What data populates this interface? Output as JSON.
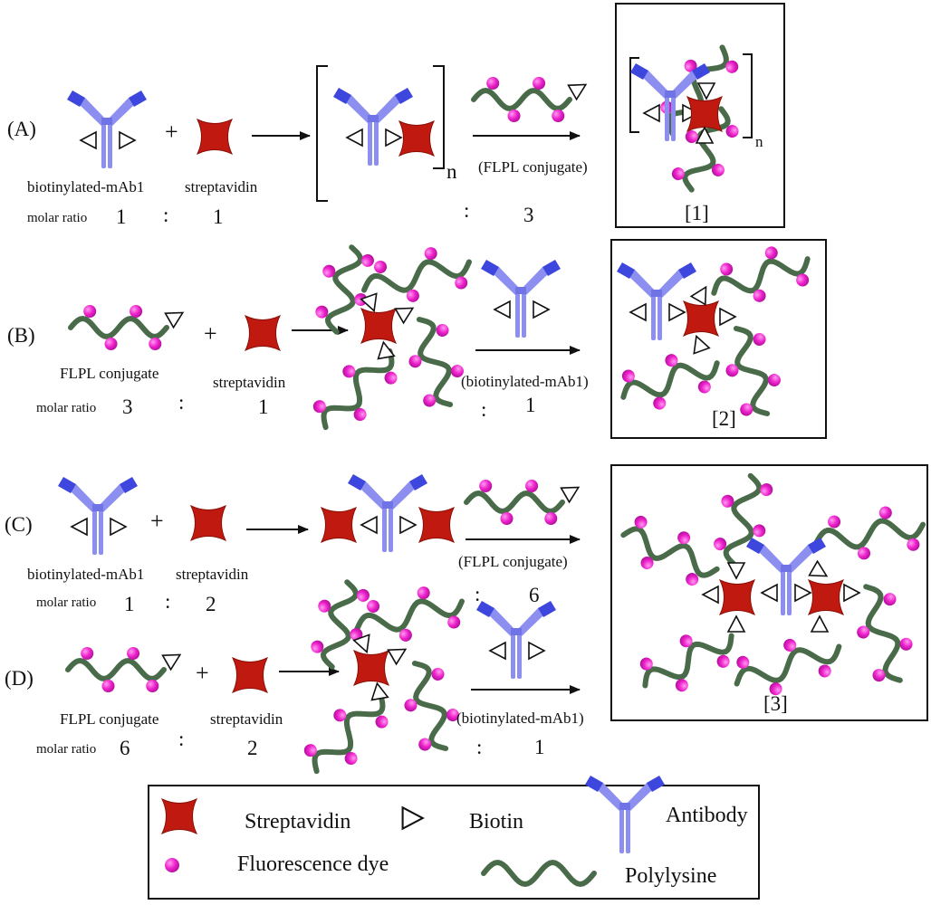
{
  "colors": {
    "streptavidin": "#c01a10",
    "antibody_light": "#8c8ff0",
    "antibody_dark": "#3d47dd",
    "dye": "#ee22cc",
    "polylysine": "#4a6b4a",
    "biotin_stroke": "#111111"
  },
  "rows": {
    "A": {
      "label": "(A)",
      "reactant1": "biotinylated-mAb1",
      "reactant2": "streptavidin",
      "reagent": "(FLPL conjugate)",
      "subscript": "n",
      "product_subscript": "n",
      "ratio_label": "molar ratio",
      "r1": "1",
      "c1": ":",
      "r2": "1",
      "c2": ":",
      "r3": "3",
      "product": "[1]"
    },
    "B": {
      "label": "(B)",
      "reactant1": "FLPL conjugate",
      "reactant2": "streptavidin",
      "reagent": "(biotinylated-mAb1)",
      "ratio_label": "molar ratio",
      "r1": "3",
      "c1": ":",
      "r2": "1",
      "c2": ":",
      "r3": "1",
      "product": "[2]"
    },
    "C": {
      "label": "(C)",
      "reactant1": "biotinylated-mAb1",
      "reactant2": "streptavidin",
      "reagent": "(FLPL conjugate)",
      "ratio_label": "molar ratio",
      "r1": "1",
      "c1": ":",
      "r2": "2",
      "c2": ":",
      "r3": "6",
      "product": "[3]"
    },
    "D": {
      "label": "(D)",
      "reactant1": "FLPL conjugate",
      "reactant2": "streptavidin",
      "reagent": "(biotinylated-mAb1)",
      "ratio_label": "molar ratio",
      "r1": "6",
      "c1": ":",
      "r2": "2",
      "c2": ":",
      "r3": "1"
    }
  },
  "plus": "+",
  "legend": {
    "streptavidin": "Streptavidin",
    "biotin": "Biotin",
    "antibody": "Antibody",
    "dye": "Fluorescence dye",
    "polylysine": "Polylysine"
  }
}
